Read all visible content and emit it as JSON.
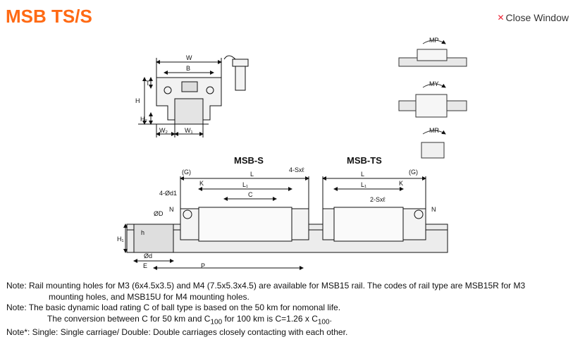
{
  "header": {
    "title": "MSB TS/S",
    "close_label": "Close Window",
    "close_icon": "x-icon"
  },
  "diagram": {
    "top_dims": {
      "W": "W",
      "B": "B",
      "T": "T",
      "H": "H",
      "H2": "H₂",
      "W2": "W₂",
      "W1": "W₁"
    },
    "moments": {
      "mp": "MP",
      "my": "MY",
      "mr": "MR"
    },
    "models": {
      "left": "MSB-S",
      "right": "MSB-TS"
    },
    "side_dims": {
      "g_left": "(G)",
      "l_left": "L",
      "l1_left": "L₁",
      "c": "C",
      "k_left": "K",
      "sx_left": "4-Sxℓ",
      "d1": "4-Ød1",
      "n_left": "N",
      "g_right": "(G)",
      "l_right": "L",
      "l1_right": "L₁",
      "k_right": "K",
      "sx_right": "2-Sxℓ",
      "n_right": "N",
      "od_top": "ØD",
      "h": "h",
      "h1": "H₁",
      "od_bottom": "Ød",
      "e": "E",
      "p": "P"
    }
  },
  "notes": {
    "n1a": "Note: Rail mounting holes for M3 (6x4.5x3.5) and M4 (7.5x5.3x4.5) are available for MSB15 rail. The codes of rail type are MSB15R for M3",
    "n1b": "mounting holes, and MSB15U for M4 mounting holes.",
    "n2a": "Note: The basic dynamic load rating C of ball type is based on the 50 km for nomonal life.",
    "n2b_pre": "The conversion between C for 50 km and C",
    "n2b_sub1": "100",
    "n2b_mid": " for 100 km is C=1.26 x C",
    "n2b_sub2": "100",
    "n2b_end": ".",
    "n3": "Note*: Single: Single carriage/ Double: Double carriages closely contacting with each other."
  }
}
